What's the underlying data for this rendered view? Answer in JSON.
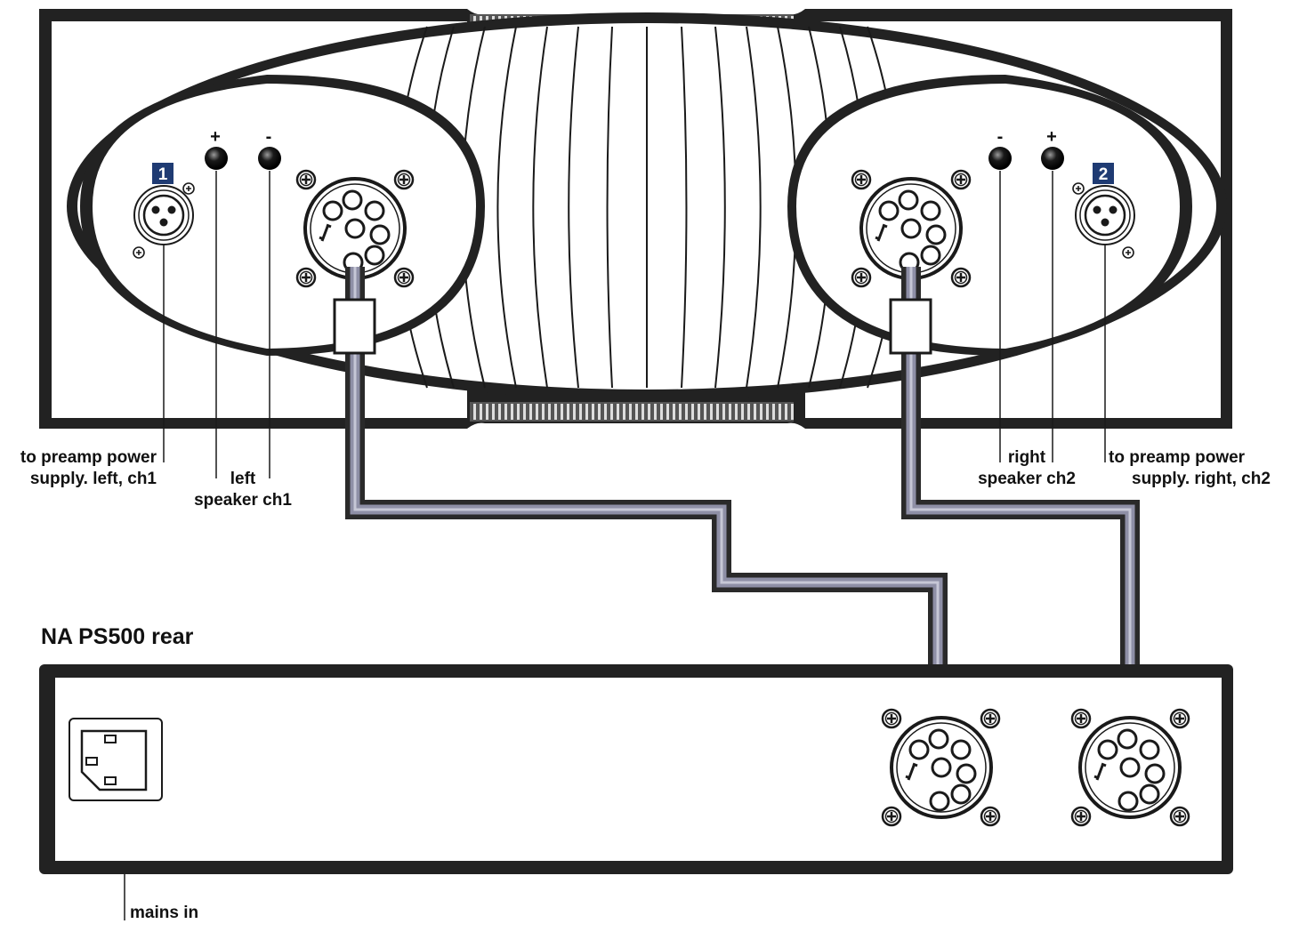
{
  "title": "NA PS500 rear",
  "labels": {
    "left_preamp": [
      "to preamp power",
      "supply. left, ch1"
    ],
    "left_speaker": [
      "left",
      "speaker ch1"
    ],
    "right_speaker": [
      "right",
      "speaker ch2"
    ],
    "right_preamp": [
      "to preamp power",
      "supply. right, ch2"
    ],
    "mains": "mains in"
  },
  "badges": {
    "ch1": "1",
    "ch2": "2"
  },
  "polarity": {
    "plus": "+",
    "minus": "-"
  },
  "colors": {
    "outline": "#1a1a1a",
    "panel": "#ffffff",
    "badge": "#1f3b73",
    "cable_outer": "#2a2a2a",
    "cable_inner": "#8e8fa6",
    "terminal": "#111111"
  },
  "icons": {
    "xlr": "xlr-socket-icon",
    "din": "din-8-pin-socket-icon",
    "screw": "screw-icon",
    "terminal": "speaker-terminal-icon",
    "iec": "iec-mains-inlet-icon"
  }
}
